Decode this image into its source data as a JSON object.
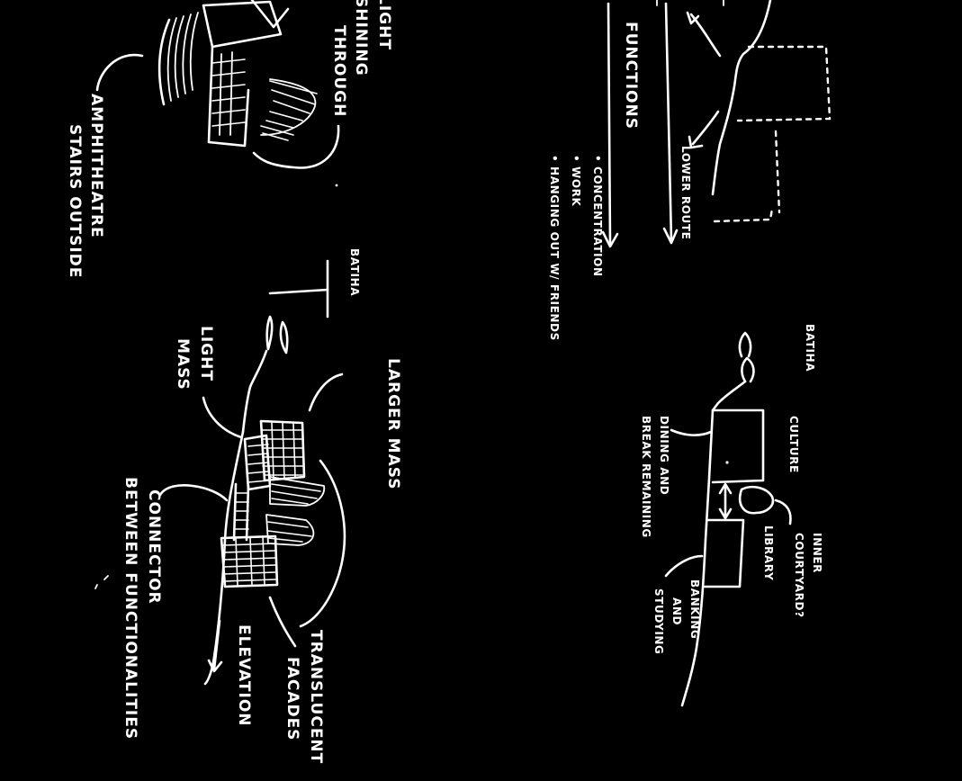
{
  "sketch": {
    "ink_color": "#ffffff",
    "paper_color": "#000000",
    "labels": {
      "amphitheatre_1": "AMPHITHEATRE",
      "amphitheatre_2": "STAIRS OUTSIDE",
      "light_shining_1": "LIGHT",
      "light_shining_2": "SHINING",
      "light_shining_3": "THROUGH",
      "batiha_top": "BATIHA",
      "light_mass_1": "LIGHT",
      "light_mass_2": "MASS",
      "larger_mass": "LARGER MASS",
      "connector_1": "CONNECTOR",
      "connector_2": "BETWEEN FUNCTIONALITIES",
      "elevation": "ELEVATION",
      "translucent_1": "TRANSLUCENT",
      "translucent_2": "FACADES",
      "functions": "FUNCTIONS",
      "func_item_1": "• CONCENTRATION",
      "func_item_2": "• WORK",
      "func_item_3": "• HANGING OUT W/ FRIENDS",
      "lower_route": "LOWER ROUTE",
      "batiha_bottom": "BATIHA",
      "culture": "CULTURE",
      "dining_1": "DINING AND",
      "dining_2": "BREAK REMAINING",
      "library": "LIBRARY",
      "inner_courtyard_1": "INNER",
      "inner_courtyard_2": "COURTYARD?",
      "banking_1": "BANKING",
      "banking_2": "AND",
      "banking_3": "STUDYING"
    }
  }
}
